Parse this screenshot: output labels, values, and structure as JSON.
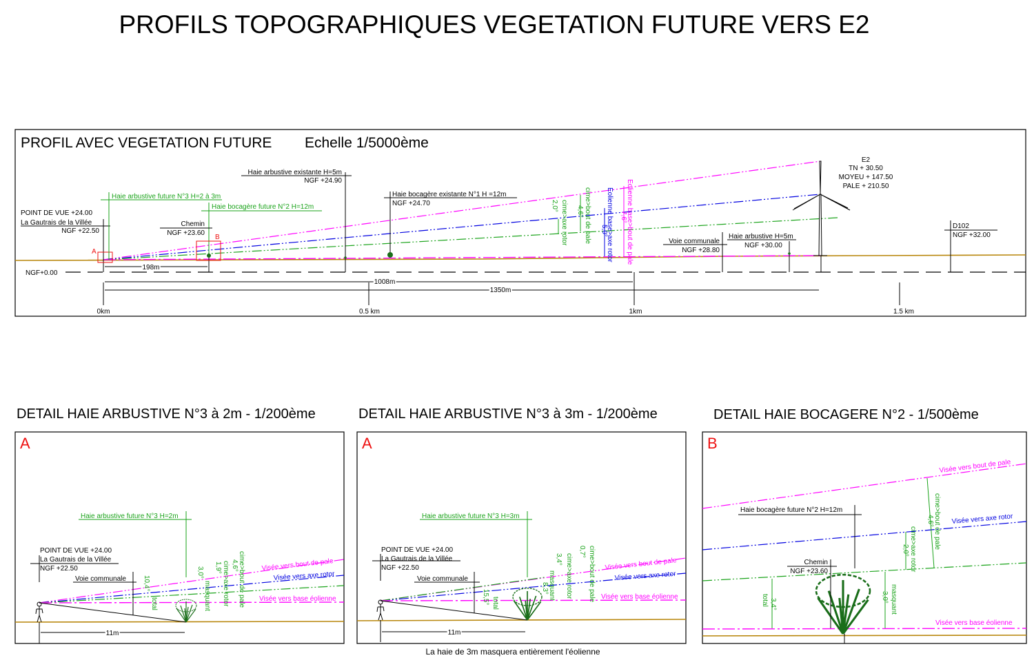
{
  "title": "PROFILS TOPOGRAPHIQUES  VEGETATION FUTURE  VERS E2",
  "colors": {
    "blade_tip": "#ff00ff",
    "rotor_axis": "#0000e0",
    "hedge": "#1aa31a",
    "ground": "#b8860b",
    "marker": "#ee1111"
  },
  "profile": {
    "heading": "PROFIL AVEC VEGETATION FUTURE",
    "scale": "Echelle 1/5000ème",
    "datum": "NGF+0.00",
    "viewpoint": {
      "line1": "POINT DE VUE  +24.00",
      "line2": "La Gautrais de la Villée",
      "line3": "NGF +22.50"
    },
    "marker_a": "A",
    "marker_b": "B",
    "hedge3": "Haie arbustive future N°3 H=2 à 3m",
    "hedge2": "Haie bocagère future N°2 H=12m",
    "chemin": {
      "name": "Chemin",
      "ngf": "NGF +23.60"
    },
    "haie_existante": {
      "name": "Haie arbustive existante H=5m",
      "ngf": "NGF +24.90"
    },
    "haie_bocagere1": {
      "name": "Haie bocagère existante N°1 H =12m",
      "ngf": "NGF +24.70"
    },
    "voie": {
      "name": "Voie communale",
      "ngf": "NGF +28.80"
    },
    "haie5": {
      "name": "Haie arbustive H=5m",
      "ngf": "NGF +30.00"
    },
    "turbine": {
      "name": "E2",
      "tn": "TN + 30.50",
      "moyeu": "MOYEU + 147.50",
      "pale": "PALE + 210.50"
    },
    "d102": {
      "name": "D102",
      "ngf": "NGF +32.00"
    },
    "dims": {
      "d1": "198m",
      "d2": "1008m",
      "d3": "1350m"
    },
    "ticks": [
      "0km",
      "0.5 km",
      "1km",
      "1.5 km"
    ],
    "angles": {
      "cime_axe": "2,0°",
      "cime_axe_label": "cime>axe rotor",
      "cime_bout": "4,6°",
      "cime_bout_label": "cime>bout de pale",
      "eol_axe": "5,0°",
      "eol_axe_label": "Eolienne base>axe rotor",
      "eol_bout": "7,6°",
      "eol_bout_label": "Eolienne base>bout de pale"
    }
  },
  "details": [
    {
      "heading": "DETAIL HAIE ARBUSTIVE N°3 à 2m - 1/200ème",
      "marker": "A",
      "hedge": "Haie arbustive future N°3 H=2m",
      "vp1": "POINT DE VUE  +24.00",
      "vp2": "La Gautrais de la Villée",
      "vp3": "NGF +22.50",
      "voie": "Voie communale",
      "dist": "11m",
      "total": "10,4°",
      "total_label": "total",
      "masquant": "3,0°",
      "masquant_label": "masquant",
      "axe": "1,9°",
      "axe_label": "cime>axe rotor",
      "bout": "4,6°",
      "bout_label": "cime>bout de pale",
      "visee_bout": "Visée vers bout de pale",
      "visee_axe": "Visée vers axe rotor",
      "visee_base": "Visée vers base éolienne"
    },
    {
      "heading": "DETAIL HAIE ARBUSTIVE N°3 à 3m - 1/200ème",
      "marker": "A",
      "hedge": "Haie arbustive future N°3 H=3m",
      "vp1": "POINT DE VUE  +24.00",
      "vp2": "La Gautrais de la Villée",
      "vp3": "NGF +22.50",
      "voie": "Voie communale",
      "dist": "11m",
      "total": "15,5°",
      "total_label": "total",
      "masquant": "8,3°",
      "masquant_label": "masquant",
      "axe": "3,4°",
      "axe_label": "cime>axe rotor",
      "bout": "0,7°",
      "bout_label": "cime>bout de pale",
      "visee_bout": "Visée vers bout de pale",
      "visee_axe": "Visée vers axe rotor",
      "visee_base": "Visée vers base éolienne",
      "caption": "La haie de 3m masquera entièrement l'éolienne"
    },
    {
      "heading": "DETAIL HAIE BOCAGERE N°2 - 1/500ème",
      "marker": "B",
      "hedge": "Haie bocagère future N°2 H=12m",
      "chemin": "Chemin",
      "ngf": "NGF +23.60",
      "total": "3,4°",
      "total_label": "total",
      "masquant": "3,0°",
      "masquant_label": "masquant",
      "axe": "2,0°",
      "axe_label": "cime>axe rotor",
      "bout": "4,6°",
      "bout_label": "cime>bout de pale",
      "visee_bout": "Visée vers bout de pale",
      "visee_axe": "Visée vers axe rotor",
      "visee_base": "Visée vers base éolienne"
    }
  ]
}
